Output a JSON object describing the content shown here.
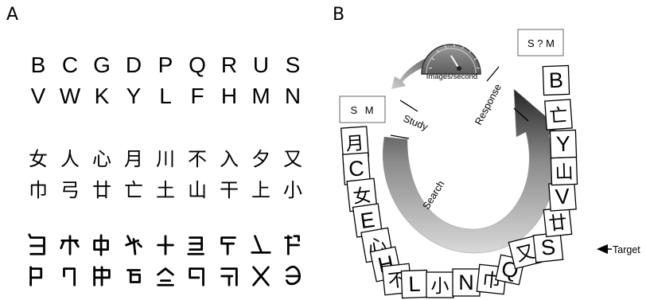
{
  "panel_a": {
    "label": "A",
    "latin_rows": [
      [
        "B",
        "C",
        "G",
        "D",
        "P",
        "Q",
        "R",
        "U",
        "S"
      ],
      [
        "V",
        "W",
        "K",
        "Y",
        "L",
        "F",
        "H",
        "M",
        "N"
      ]
    ],
    "chinese_rows": [
      [
        "女",
        "人",
        "心",
        "月",
        "川",
        "不",
        "入",
        "夕",
        "又"
      ],
      [
        "巾",
        "弓",
        "廿",
        "亡",
        "土",
        "山",
        "干",
        "上",
        "小"
      ]
    ],
    "novel_rows": [
      [
        "shape-1",
        "shape-2",
        "shape-3",
        "shape-4",
        "shape-5",
        "shape-6",
        "shape-7",
        "shape-8",
        "shape-9"
      ],
      [
        "shape-10",
        "shape-11",
        "shape-12",
        "shape-13",
        "shape-14",
        "shape-15",
        "shape-16",
        "shape-17",
        "shape-18"
      ]
    ]
  },
  "panel_b": {
    "label": "B",
    "gauge_label": "Images/second",
    "study_box": "S M",
    "response_box": "S ? M",
    "arc_labels": {
      "study": "Study",
      "response": "Response",
      "search": "Search"
    },
    "target_label": "Target",
    "cards": [
      "月",
      "C",
      "女",
      "E",
      "心",
      "H",
      "不",
      "L",
      "小",
      "N",
      "巾",
      "Q",
      "又",
      "S",
      "廿",
      "V",
      "山",
      "Y",
      "亡",
      "B"
    ],
    "target_card": "S",
    "colors": {
      "arrow_dark": "#262626",
      "arrow_light": "#d9d9d9",
      "gauge": "#7a7a7a"
    }
  }
}
